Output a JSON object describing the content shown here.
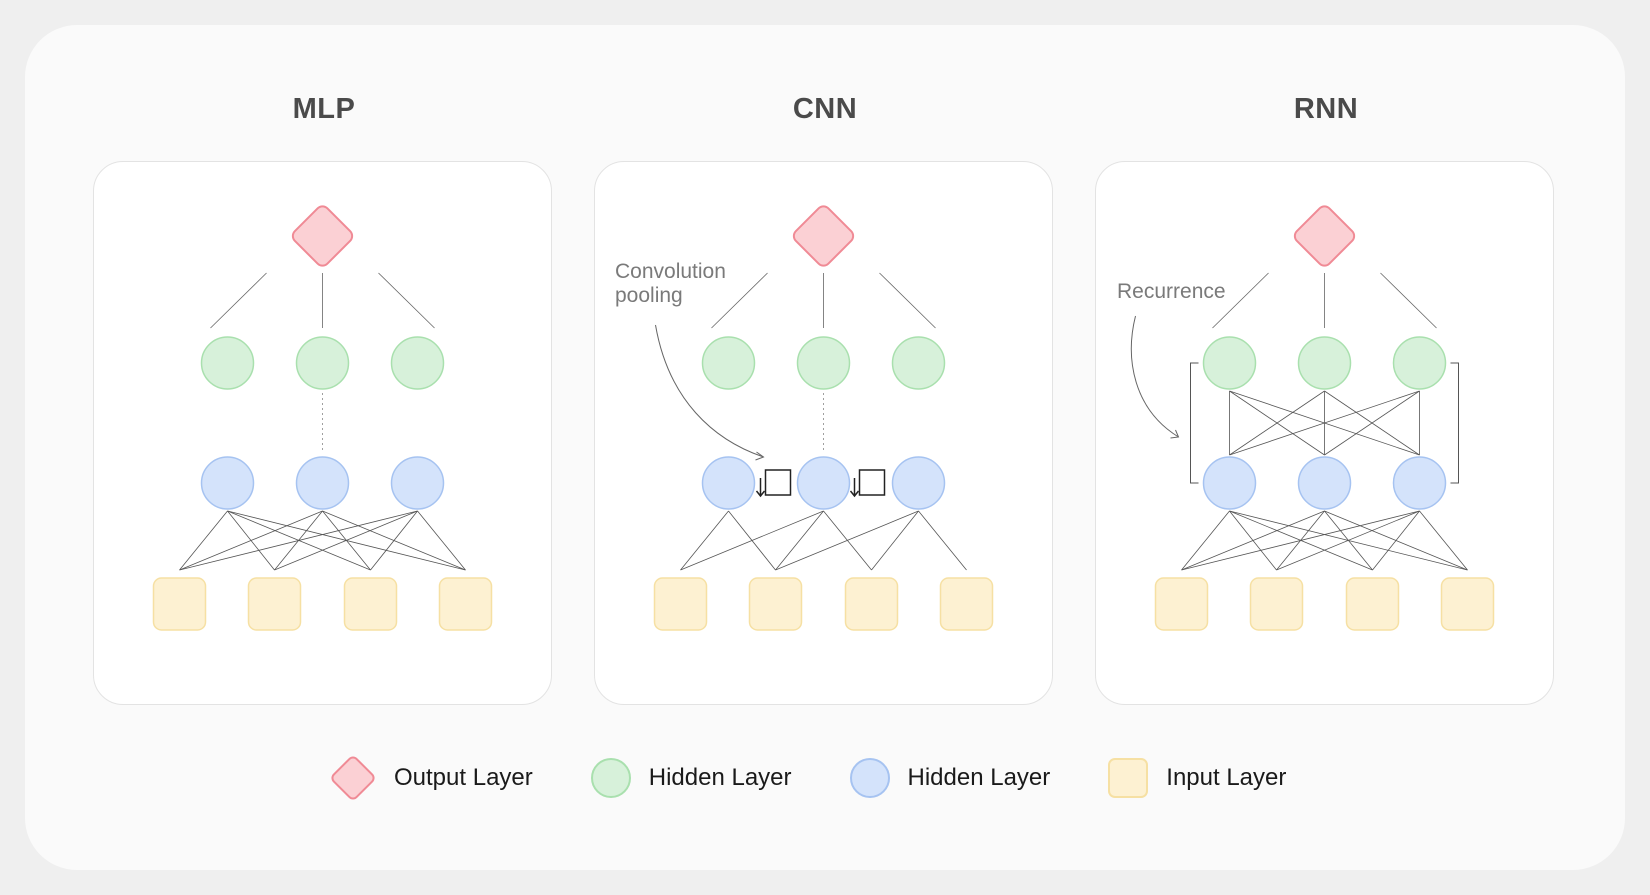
{
  "panels": [
    {
      "title": "MLP"
    },
    {
      "title": "CNN",
      "annotation": [
        "Convolution",
        "pooling"
      ]
    },
    {
      "title": "RNN",
      "annotation": [
        "Recurrence"
      ]
    }
  ],
  "legend": [
    {
      "shape": "diamond",
      "label": "Output Layer",
      "color": "#fbd0d4"
    },
    {
      "shape": "circle",
      "label": "Hidden Layer",
      "color": "#d7f1da"
    },
    {
      "shape": "circle",
      "label": "Hidden Layer",
      "color": "#d4e3fb"
    },
    {
      "shape": "rounded-square",
      "label": "Input Layer",
      "color": "#fdf1d2"
    }
  ],
  "colors": {
    "output_fill": "#fbd0d4",
    "output_stroke": "#f08a95",
    "hidden_top_fill": "#d7f1da",
    "hidden_top_stroke": "#a9e0ae",
    "hidden_bottom_fill": "#d4e3fb",
    "hidden_bottom_stroke": "#a6c3f1",
    "input_fill": "#fdf1d2",
    "input_stroke": "#f6e0a3"
  }
}
